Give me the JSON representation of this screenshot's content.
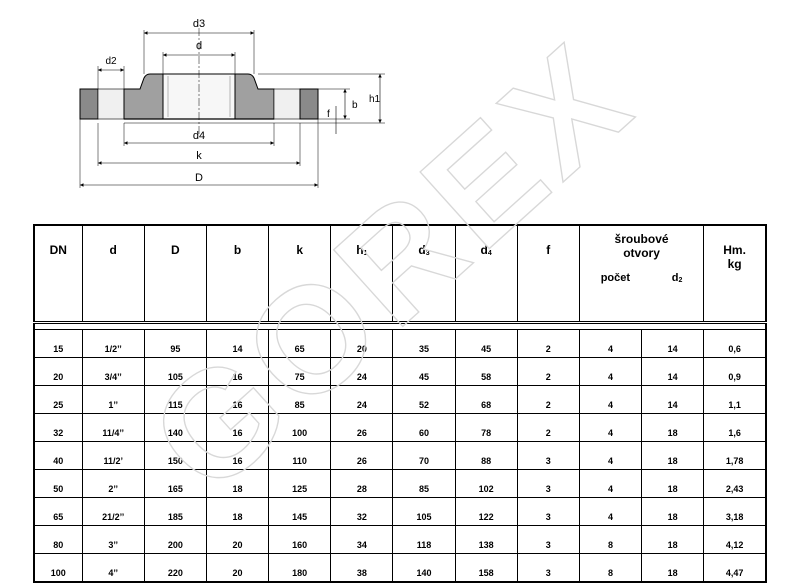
{
  "drawing": {
    "labels": {
      "d3": "d3",
      "d": "d",
      "d2": "d2",
      "b": "b",
      "h1": "h1",
      "f": "f",
      "d4": "d4",
      "k": "k",
      "D": "D"
    }
  },
  "watermark": {
    "text": "GOREX"
  },
  "table": {
    "headers": {
      "dn": "DN",
      "d": "d",
      "D": "D",
      "b": "b",
      "k": "k",
      "h1_main": "h",
      "h1_sub": "1",
      "d3_main": "d",
      "d3_sub": "3",
      "d4_main": "d",
      "d4_sub": "4",
      "f": "f",
      "bolts_line1": "šroubové",
      "bolts_line2": "otvory",
      "pocet": "počet",
      "d2_main": "d",
      "d2_sub": "2",
      "weight_line1": "Hm.",
      "weight_line2": "kg"
    },
    "rows": [
      [
        "15",
        "1/2’’",
        "95",
        "14",
        "65",
        "20",
        "35",
        "45",
        "2",
        "4",
        "14",
        "0,6"
      ],
      [
        "20",
        "3/4’’",
        "105",
        "16",
        "75",
        "24",
        "45",
        "58",
        "2",
        "4",
        "14",
        "0,9"
      ],
      [
        "25",
        "1’’",
        "115",
        "16",
        "85",
        "24",
        "52",
        "68",
        "2",
        "4",
        "14",
        "1,1"
      ],
      [
        "32",
        "11/4’’",
        "140",
        "16",
        "100",
        "26",
        "60",
        "78",
        "2",
        "4",
        "18",
        "1,6"
      ],
      [
        "40",
        "11/2’",
        "150",
        "16",
        "110",
        "26",
        "70",
        "88",
        "3",
        "4",
        "18",
        "1,78"
      ],
      [
        "50",
        "2’’",
        "165",
        "18",
        "125",
        "28",
        "85",
        "102",
        "3",
        "4",
        "18",
        "2,43"
      ],
      [
        "65",
        "21/2’’",
        "185",
        "18",
        "145",
        "32",
        "105",
        "122",
        "3",
        "4",
        "18",
        "3,18"
      ],
      [
        "80",
        "3’’",
        "200",
        "20",
        "160",
        "34",
        "118",
        "138",
        "3",
        "8",
        "18",
        "4,12"
      ],
      [
        "100",
        "4’’",
        "220",
        "20",
        "180",
        "38",
        "140",
        "158",
        "3",
        "8",
        "18",
        "4,47"
      ]
    ]
  }
}
